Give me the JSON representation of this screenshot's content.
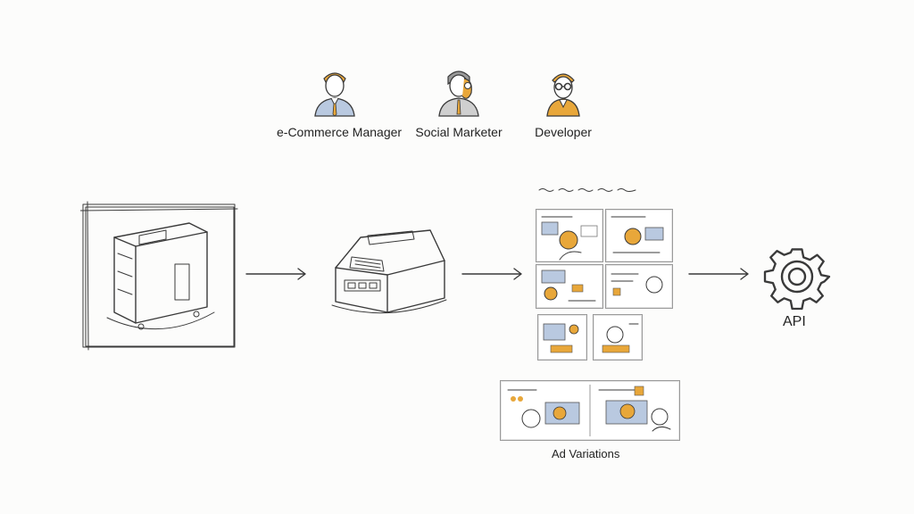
{
  "personas": [
    {
      "label": "e-Commerce Manager",
      "icon": "manager-person-icon"
    },
    {
      "label": "Social Marketer",
      "icon": "marketer-person-icon"
    },
    {
      "label": "Developer",
      "icon": "developer-person-icon"
    }
  ],
  "flow": {
    "api_label": "API",
    "ad_variations_label": "Ad Variations"
  },
  "colors": {
    "accent": "#e8a73a",
    "ink": "#3a3a3a",
    "shirt_blue": "#b9c9e0"
  }
}
